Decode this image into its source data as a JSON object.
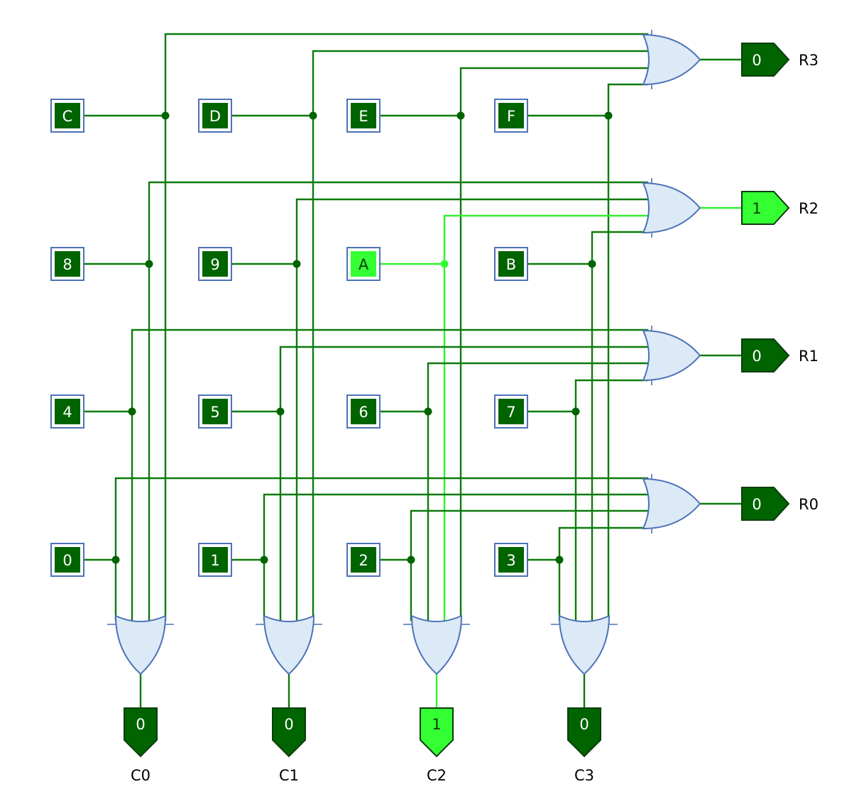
{
  "colors": {
    "wire_off": "#0c7a0c",
    "wire_on": "#33ee33",
    "node_off": "#006400",
    "node_on": "#33ff33"
  },
  "keys": [
    {
      "id": "C",
      "label": "C",
      "row": 3,
      "col": 0,
      "active": false
    },
    {
      "id": "D",
      "label": "D",
      "row": 3,
      "col": 1,
      "active": false
    },
    {
      "id": "E",
      "label": "E",
      "row": 3,
      "col": 2,
      "active": false
    },
    {
      "id": "F",
      "label": "F",
      "row": 3,
      "col": 3,
      "active": false
    },
    {
      "id": "8",
      "label": "8",
      "row": 2,
      "col": 0,
      "active": false
    },
    {
      "id": "9",
      "label": "9",
      "row": 2,
      "col": 1,
      "active": false
    },
    {
      "id": "A",
      "label": "A",
      "row": 2,
      "col": 2,
      "active": true
    },
    {
      "id": "B",
      "label": "B",
      "row": 2,
      "col": 3,
      "active": false
    },
    {
      "id": "4",
      "label": "4",
      "row": 1,
      "col": 0,
      "active": false
    },
    {
      "id": "5",
      "label": "5",
      "row": 1,
      "col": 1,
      "active": false
    },
    {
      "id": "6",
      "label": "6",
      "row": 1,
      "col": 2,
      "active": false
    },
    {
      "id": "7",
      "label": "7",
      "row": 1,
      "col": 3,
      "active": false
    },
    {
      "id": "0",
      "label": "0",
      "row": 0,
      "col": 0,
      "active": false
    },
    {
      "id": "1",
      "label": "1",
      "row": 0,
      "col": 1,
      "active": false
    },
    {
      "id": "2",
      "label": "2",
      "row": 0,
      "col": 2,
      "active": false
    },
    {
      "id": "3",
      "label": "3",
      "row": 0,
      "col": 3,
      "active": false
    }
  ],
  "row_outputs": [
    {
      "name": "R3",
      "row": 3,
      "value": "0"
    },
    {
      "name": "R2",
      "row": 2,
      "value": "1"
    },
    {
      "name": "R1",
      "row": 1,
      "value": "0"
    },
    {
      "name": "R0",
      "row": 0,
      "value": "0"
    }
  ],
  "col_outputs": [
    {
      "name": "C0",
      "col": 0,
      "value": "0"
    },
    {
      "name": "C1",
      "col": 1,
      "value": "0"
    },
    {
      "name": "C2",
      "col": 2,
      "value": "1"
    },
    {
      "name": "C3",
      "col": 3,
      "value": "0"
    }
  ]
}
